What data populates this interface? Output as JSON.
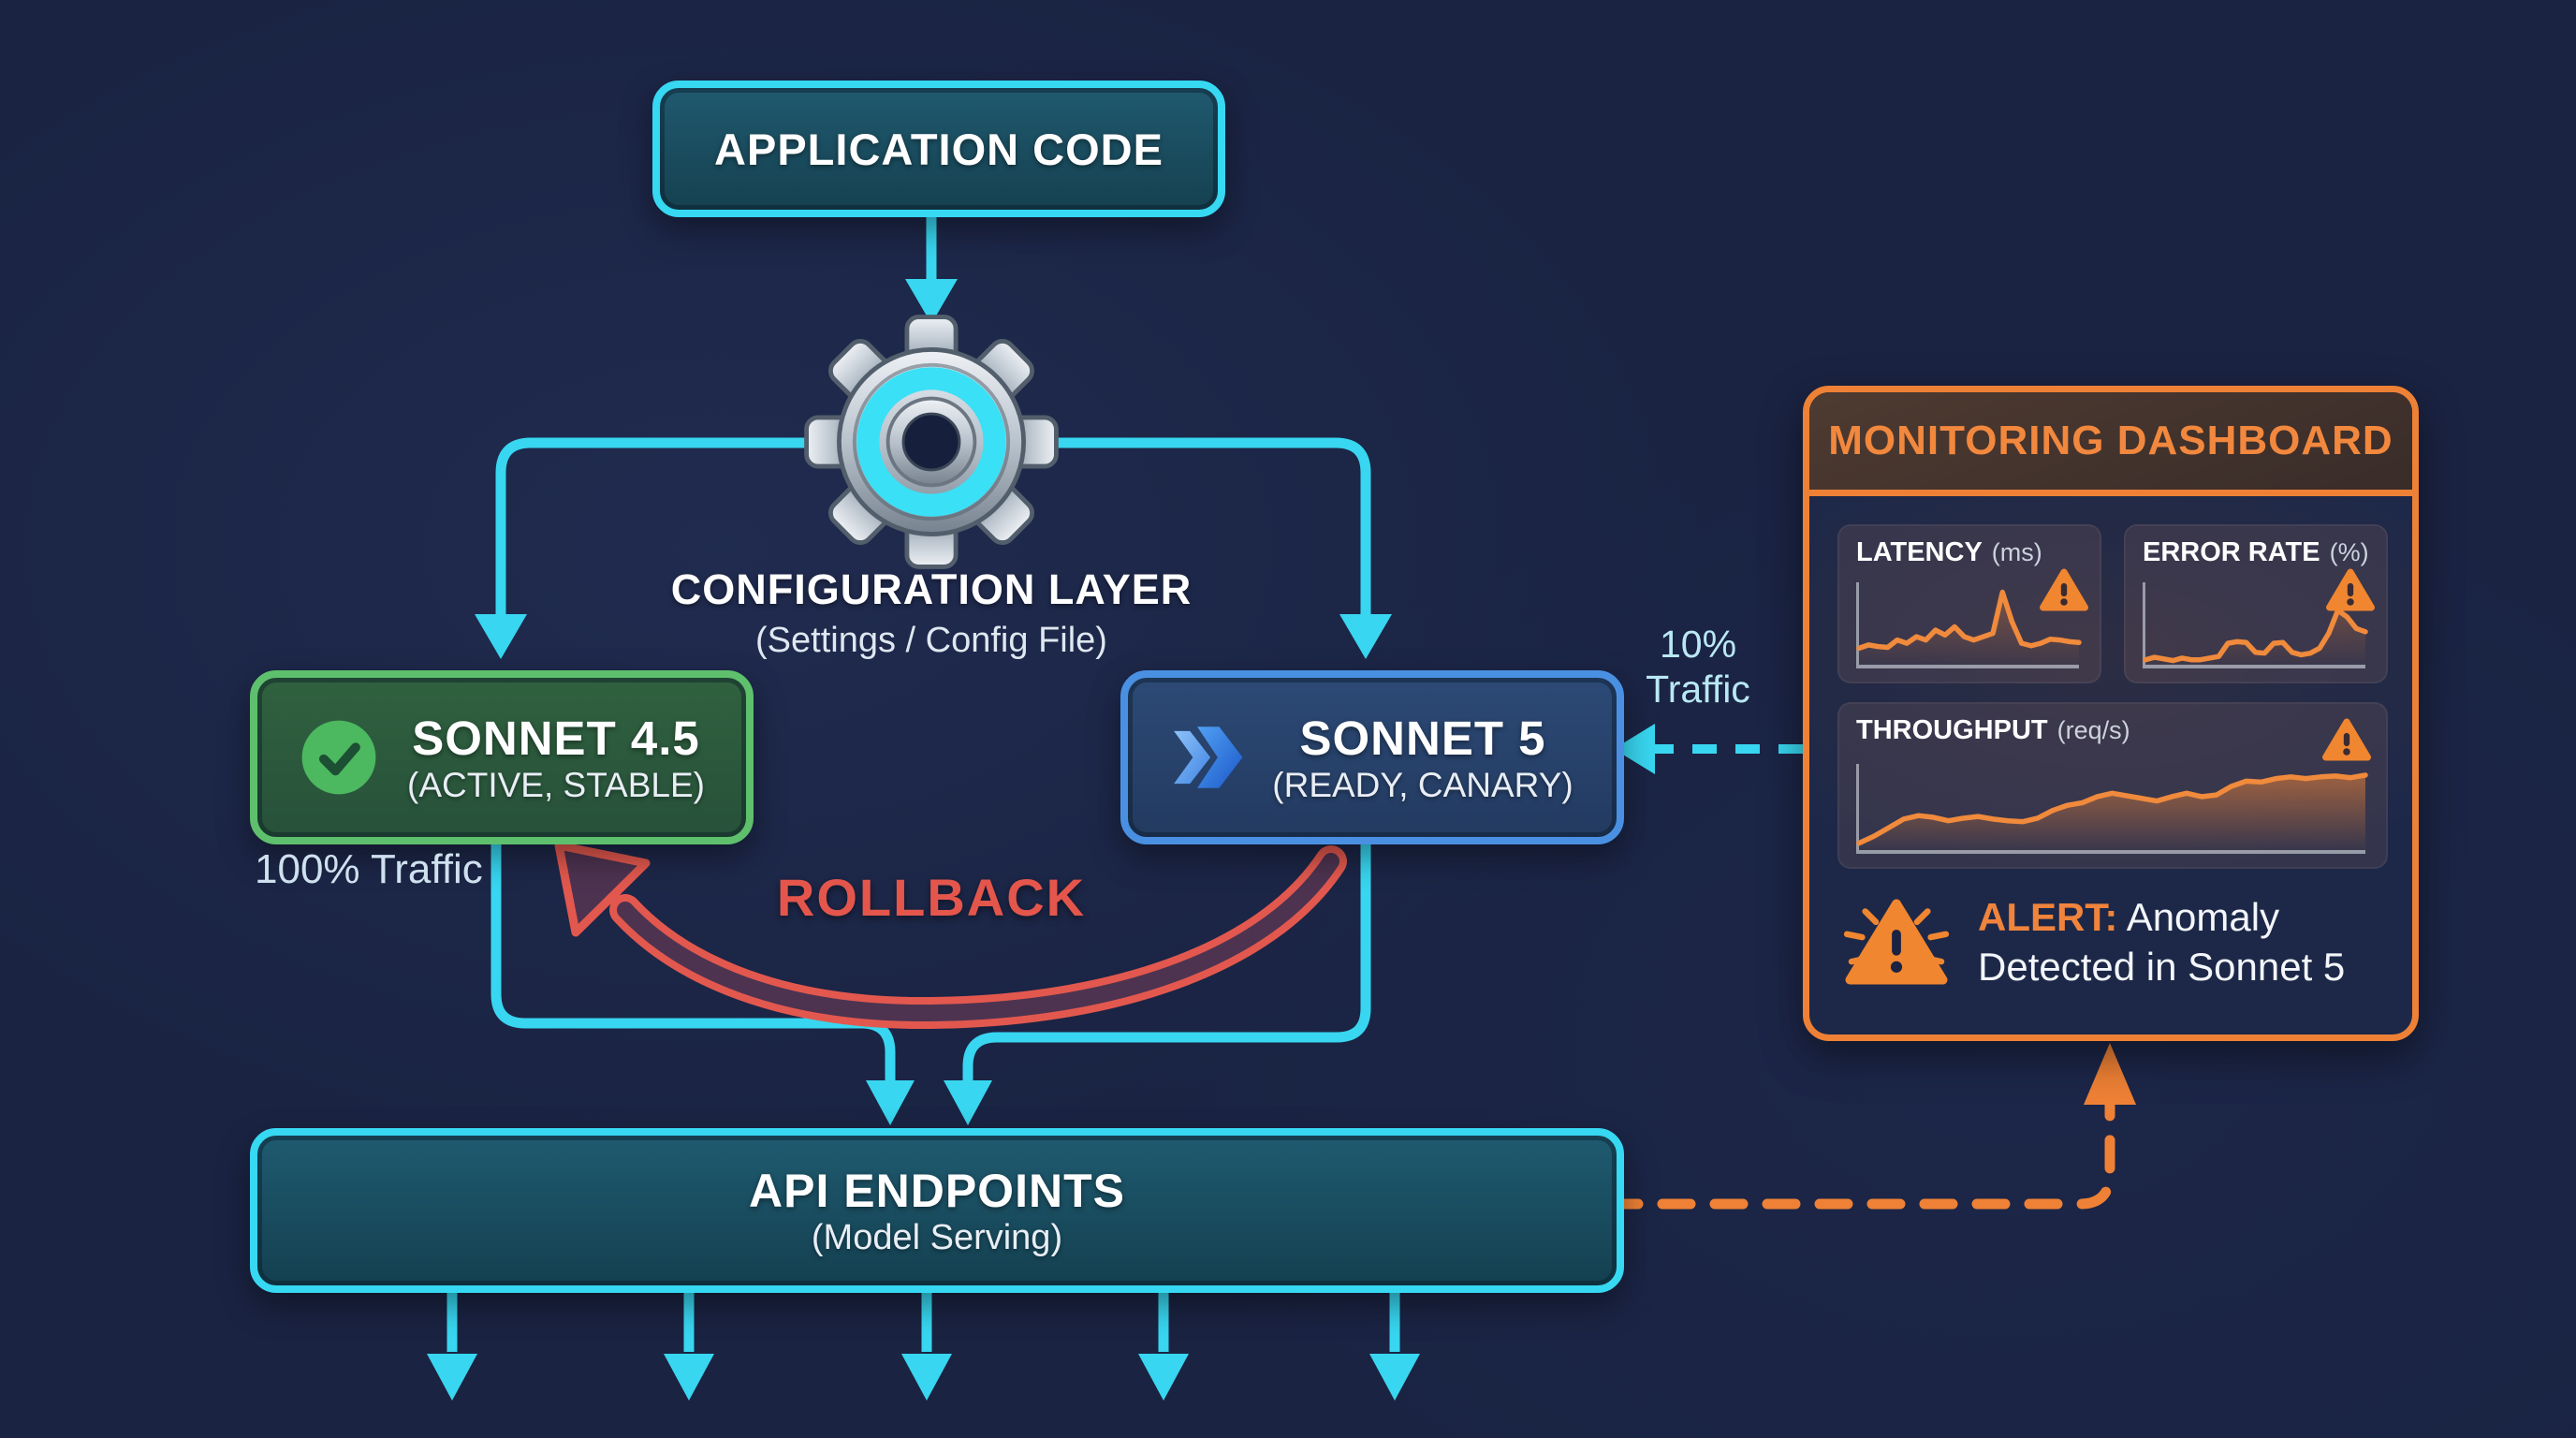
{
  "nodes": {
    "application_code": {
      "label": "APPLICATION CODE"
    },
    "configuration_layer": {
      "title": "CONFIGURATION LAYER",
      "subtitle": "(Settings / Config File)"
    },
    "sonnet_4_5": {
      "title": "SONNET 4.5",
      "subtitle": "(ACTIVE, STABLE)"
    },
    "sonnet_5": {
      "title": "SONNET 5",
      "subtitle": "(READY, CANARY)"
    },
    "api_endpoints": {
      "title": "API ENDPOINTS",
      "subtitle": "(Model Serving)"
    }
  },
  "labels": {
    "stable_traffic": "100% Traffic",
    "canary_traffic_line1": "10%",
    "canary_traffic_line2": "Traffic",
    "rollback": "ROLLBACK"
  },
  "dashboard": {
    "title": "MONITORING DASHBOARD",
    "alert": {
      "prefix": "ALERT:",
      "line1": "Anomaly",
      "line2": "Detected in Sonnet 5"
    }
  },
  "icons": {
    "gear": "⚙",
    "check_circle": "✔",
    "double_chevron": "»",
    "warning_triangle": "⚠",
    "alert_triangle": "⚠"
  },
  "colors": {
    "background": "#1a2342",
    "cyan_accent": "#38d6f0",
    "green_stable": "#5ec06c",
    "blue_canary": "#4a90e2",
    "red_rollback": "#e2584e",
    "orange_monitor": "#ee8135",
    "chart_line": "#f08a3c"
  },
  "chart_data": [
    {
      "type": "line",
      "id": "latency",
      "title": "LATENCY",
      "unit": "(ms)",
      "warning": true,
      "grid": false,
      "ylim": [
        0,
        100
      ],
      "values": [
        20,
        24,
        22,
        21,
        30,
        26,
        34,
        30,
        42,
        36,
        46,
        34,
        30,
        34,
        38,
        88,
        52,
        26,
        23,
        26,
        31,
        30,
        28,
        27
      ]
    },
    {
      "type": "line",
      "id": "error_rate",
      "title": "ERROR RATE",
      "unit": "(%)",
      "warning": true,
      "grid": false,
      "ylim": [
        0,
        100
      ],
      "values": [
        6,
        9,
        7,
        5,
        8,
        6,
        6,
        8,
        10,
        26,
        28,
        27,
        15,
        14,
        26,
        27,
        15,
        12,
        14,
        20,
        38,
        66,
        58,
        44,
        40
      ]
    },
    {
      "type": "line",
      "id": "throughput",
      "title": "THROUGHPUT",
      "unit": "(req/s)",
      "warning": true,
      "grid": false,
      "ylim": [
        0,
        100
      ],
      "values": [
        8,
        16,
        26,
        36,
        40,
        38,
        34,
        37,
        39,
        36,
        34,
        33,
        37,
        46,
        52,
        55,
        62,
        66,
        63,
        60,
        57,
        62,
        66,
        62,
        64,
        74,
        80,
        79,
        83,
        85,
        83,
        85,
        86,
        84,
        87
      ]
    }
  ]
}
